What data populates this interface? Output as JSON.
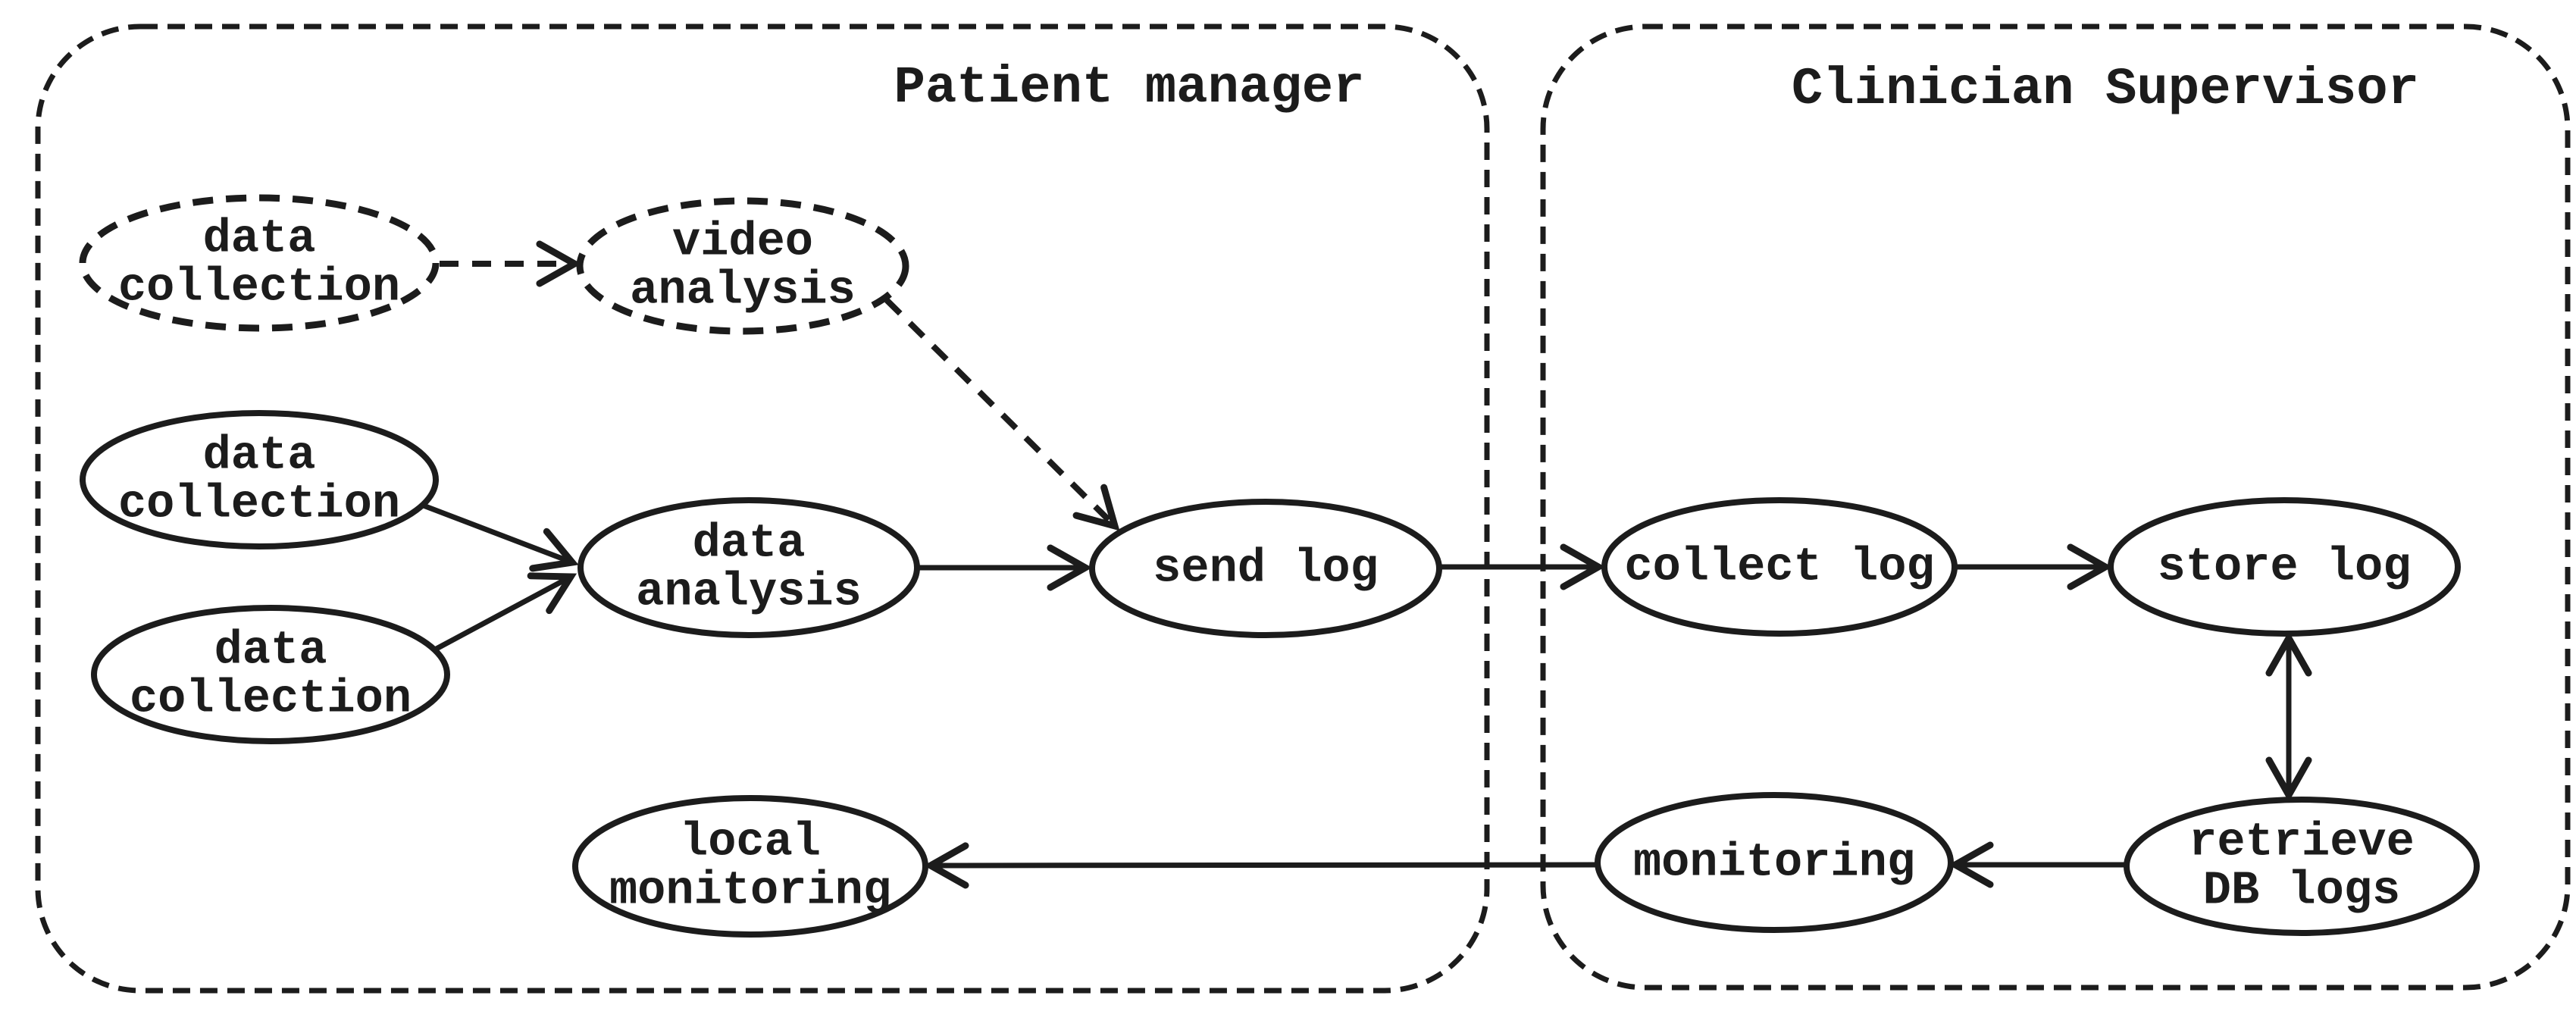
{
  "diagram": {
    "colors": {
      "stroke": "#1c1c1c",
      "background": "#ffffff"
    },
    "containers": [
      {
        "id": "patient-manager",
        "label": "Patient manager",
        "border": "dashed"
      },
      {
        "id": "clinician-supervisor",
        "label": "Clinician Supervisor",
        "border": "dashed"
      }
    ],
    "nodes": [
      {
        "id": "data-collection-video",
        "container": "patient-manager",
        "style": "dashed",
        "lines": [
          "data",
          "collection"
        ]
      },
      {
        "id": "video-analysis",
        "container": "patient-manager",
        "style": "dashed",
        "lines": [
          "video",
          "analysis"
        ]
      },
      {
        "id": "data-collection-1",
        "container": "patient-manager",
        "style": "solid",
        "lines": [
          "data",
          "collection"
        ]
      },
      {
        "id": "data-collection-2",
        "container": "patient-manager",
        "style": "solid",
        "lines": [
          "data",
          "collection"
        ]
      },
      {
        "id": "data-analysis",
        "container": "patient-manager",
        "style": "solid",
        "lines": [
          "data",
          "analysis"
        ]
      },
      {
        "id": "send-log",
        "container": "patient-manager",
        "style": "solid",
        "lines": [
          "send log"
        ]
      },
      {
        "id": "collect-log",
        "container": "clinician-supervisor",
        "style": "solid",
        "lines": [
          "collect log"
        ]
      },
      {
        "id": "store-log",
        "container": "clinician-supervisor",
        "style": "solid",
        "lines": [
          "store log"
        ]
      },
      {
        "id": "monitoring",
        "container": "clinician-supervisor",
        "style": "solid",
        "lines": [
          "monitoring"
        ]
      },
      {
        "id": "retrieve-db-logs",
        "container": "clinician-supervisor",
        "style": "solid",
        "lines": [
          "retrieve",
          "DB logs"
        ]
      },
      {
        "id": "local-monitoring",
        "container": "patient-manager",
        "style": "solid",
        "lines": [
          "local",
          "monitoring"
        ]
      }
    ],
    "edges": [
      {
        "from": "data-collection-video",
        "to": "video-analysis",
        "style": "dashed",
        "arrow": "forward"
      },
      {
        "from": "video-analysis",
        "to": "send-log",
        "style": "dashed",
        "arrow": "forward"
      },
      {
        "from": "data-collection-1",
        "to": "data-analysis",
        "style": "solid",
        "arrow": "forward"
      },
      {
        "from": "data-collection-2",
        "to": "data-analysis",
        "style": "solid",
        "arrow": "forward"
      },
      {
        "from": "data-analysis",
        "to": "send-log",
        "style": "solid",
        "arrow": "forward"
      },
      {
        "from": "send-log",
        "to": "collect-log",
        "style": "solid",
        "arrow": "forward"
      },
      {
        "from": "collect-log",
        "to": "store-log",
        "style": "solid",
        "arrow": "forward"
      },
      {
        "from": "store-log",
        "to": "retrieve-db-logs",
        "style": "solid",
        "arrow": "both"
      },
      {
        "from": "retrieve-db-logs",
        "to": "monitoring",
        "style": "solid",
        "arrow": "forward"
      },
      {
        "from": "monitoring",
        "to": "local-monitoring",
        "style": "solid",
        "arrow": "forward"
      }
    ]
  }
}
